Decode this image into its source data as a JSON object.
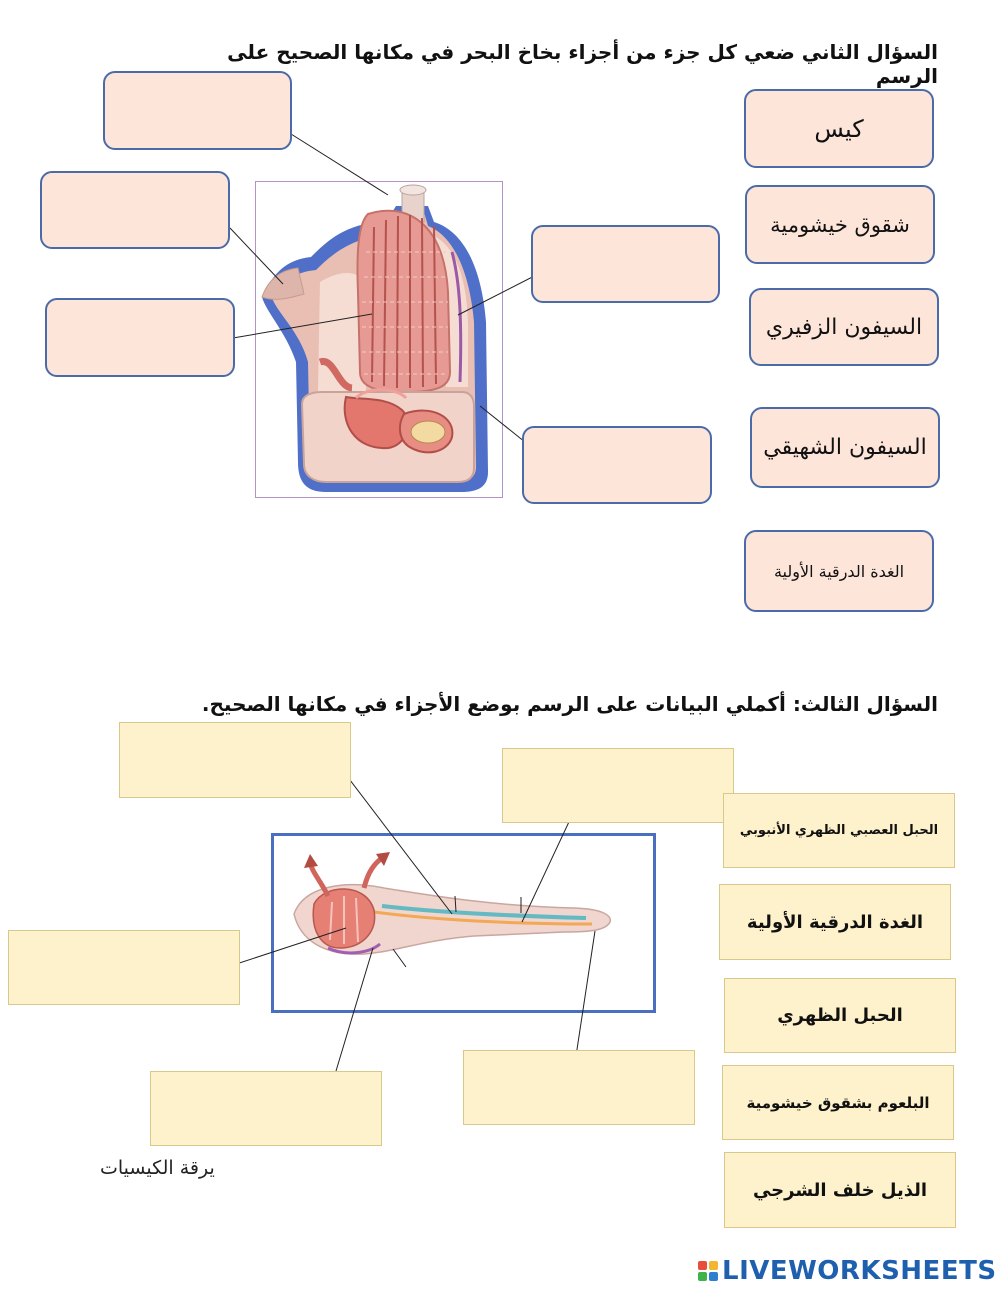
{
  "question2": {
    "title": "السؤال الثاني ضعي كل جزء من أجزاء بخاخ البحر في مكانها الصحيح على الرسم",
    "word_bank": [
      "كيس",
      "شقوق خيشومية",
      "السيفون الزفيري",
      "السيفون الشهيقي",
      "الغدة الدرقية الأولية"
    ]
  },
  "question3": {
    "title": "السؤال الثالث: أكملي البيانات على الرسم بوضع الأجزاء في مكانها الصحيح.",
    "word_bank": [
      "الحبل العصبي الظهري الأنبوبي",
      "الغدة الدرقية الأولية",
      "الحبل الظهري",
      "البلعوم بشقوق خيشومية",
      "الذيل خلف الشرجي"
    ],
    "caption": "يرقة الكيسيات"
  },
  "footer": {
    "brand": "LIVEWORKSHEETS"
  },
  "colors": {
    "pink_box": "#fde5da",
    "yellow_box": "#fef2cc",
    "box_border": "#4a6aa8",
    "tunic_blue": "#4f6fc8",
    "brand_blue": "#1e5fae"
  }
}
